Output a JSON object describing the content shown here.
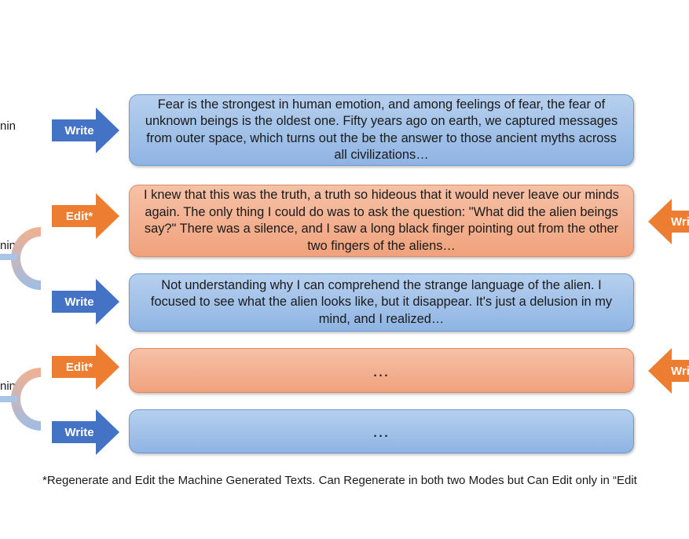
{
  "left_labels": [
    "nin",
    "nin",
    "nin"
  ],
  "boxes": [
    {
      "text": "Fear is the strongest in human emotion, and among feelings of fear, the fear of unknown beings is the oldest one. Fifty years ago on earth, we captured messages from outer space, which turns out the be the answer to those ancient myths across all civilizations…"
    },
    {
      "text": "I knew that this was the truth, a truth so hideous that it would never leave our minds again. The only thing I could do was to ask the question: \"What did the alien beings say?\" There was a silence, and I saw a long black finger pointing out from the other two fingers of the aliens…"
    },
    {
      "text": "Not understanding why I can comprehend the strange language of the alien. I focused to see what the alien looks like, but it disappear. It's just a delusion in my mind, and I realized…"
    },
    {
      "text": "…"
    },
    {
      "text": "…"
    }
  ],
  "left_arrows": [
    "Write",
    "Edit*",
    "Write",
    "Edit*",
    "Write"
  ],
  "right_arrows": [
    "Wri",
    "Wri"
  ],
  "footnote": "*Regenerate and Edit the Machine Generated Texts. Can Regenerate in both two Modes but Can Edit only in “Edit",
  "colors": {
    "blue_arrow": "#4472c4",
    "orange_arrow": "#ed7d31",
    "blue_box": "#9dbde6",
    "orange_box": "#f3b08e"
  }
}
